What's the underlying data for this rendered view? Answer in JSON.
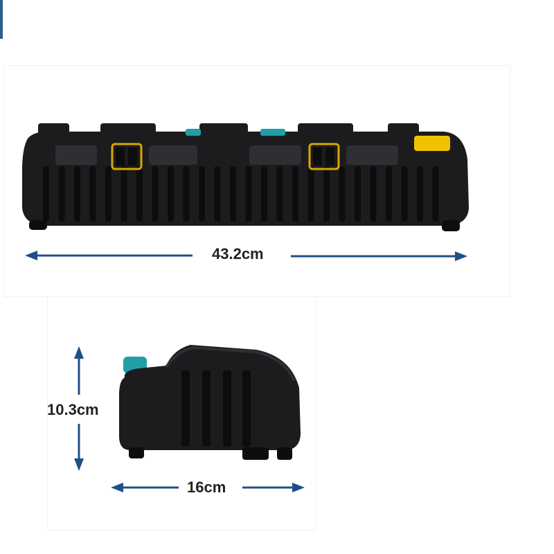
{
  "colors": {
    "accent_bar": "#2c5d8f",
    "arrow": "#1f4f86",
    "charger_body": "#1c1c1e",
    "charger_dark": "#0d0d0e",
    "charger_ridge": "#2e2f32",
    "led_frame": "#d9a700",
    "teal_accent": "#1fa0a8",
    "label_yellow": "#f2c200"
  },
  "dimensions": {
    "length": "43.2cm",
    "height": "10.3cm",
    "depth": "16cm"
  },
  "icons": {
    "arrows": [
      "double-arrow-horizontal",
      "double-arrow-vertical"
    ]
  }
}
